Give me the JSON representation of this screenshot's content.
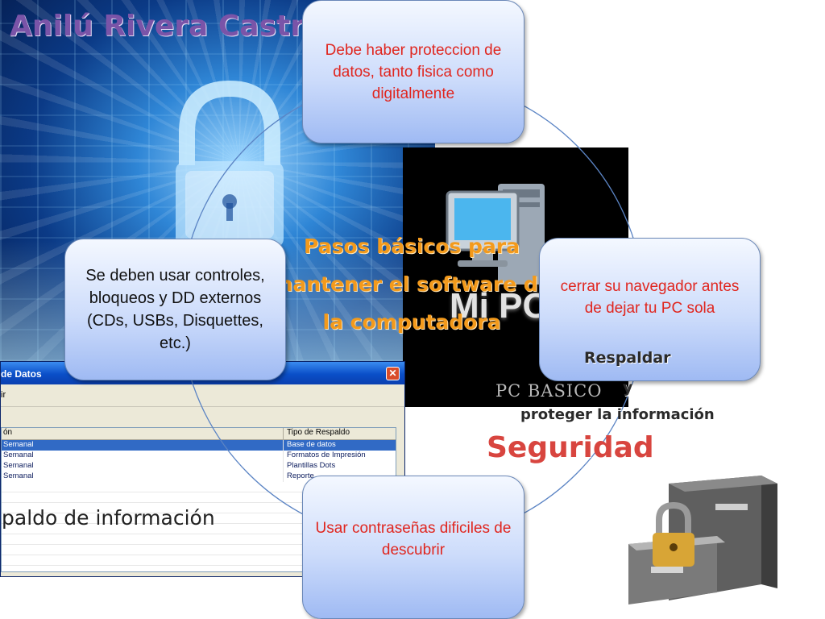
{
  "author": "Anilú Rivera Castro ☺",
  "center_title": "Pasos básicos para mantener el software de la computadora",
  "nodes": {
    "top": "Debe haber proteccion de datos, tanto fisica como digitalmente",
    "left": "Se deben usar controles, bloqueos y DD externos (CDs, USBs, Disquettes, etc.)",
    "right": "cerrar su navegador antes de dejar tu PC sola",
    "bottom": "Usar contraseñas dificiles de descubrir"
  },
  "labels": {
    "seguridad": "Seguridad",
    "respaldar": "Respaldar",
    "y": "y",
    "proteger": "proteger la información",
    "respaldo": "paldo de información"
  },
  "pc_picture": {
    "label": "Mi PC",
    "caption": "PC BASICO"
  },
  "dialog": {
    "title": "de Datos",
    "menu": "ir",
    "close": "✕",
    "columns": [
      "ón",
      "Tipo de Respaldo"
    ],
    "rows": [
      [
        "Semanal",
        "Base de datos"
      ],
      [
        "Semanal",
        "Formatos de Impresión"
      ],
      [
        "Semanal",
        "Plantillas Dots"
      ],
      [
        "Semanal",
        "Reporte"
      ]
    ]
  },
  "icons": [
    "padlock-icon",
    "computer-icon",
    "file-cabinet-icon",
    "close-icon"
  ],
  "colors": {
    "node_text_red": "#e0261f",
    "node_gradient_top": "#f4f8ff",
    "node_gradient_bottom": "#9fbaf3",
    "author": "#7a54a8",
    "center_title": "#f39a1c",
    "seguridad": "#d8453f",
    "ring": "#5b84c4"
  }
}
